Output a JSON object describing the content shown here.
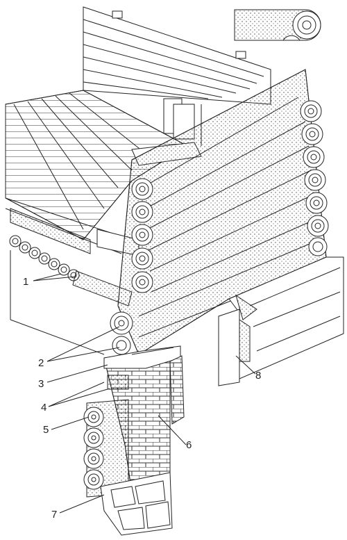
{
  "callouts": [
    {
      "id": "c1",
      "text": "1"
    },
    {
      "id": "c2",
      "text": "2"
    },
    {
      "id": "c3",
      "text": "3"
    },
    {
      "id": "c4",
      "text": "4"
    },
    {
      "id": "c5",
      "text": "5"
    },
    {
      "id": "c6",
      "text": "6"
    },
    {
      "id": "c7",
      "text": "7"
    },
    {
      "id": "c8",
      "text": "8"
    }
  ],
  "colors": {
    "ink": "#222222",
    "paper": "#ffffff",
    "stipple": "#555555",
    "brick": "#d9d4cb"
  }
}
